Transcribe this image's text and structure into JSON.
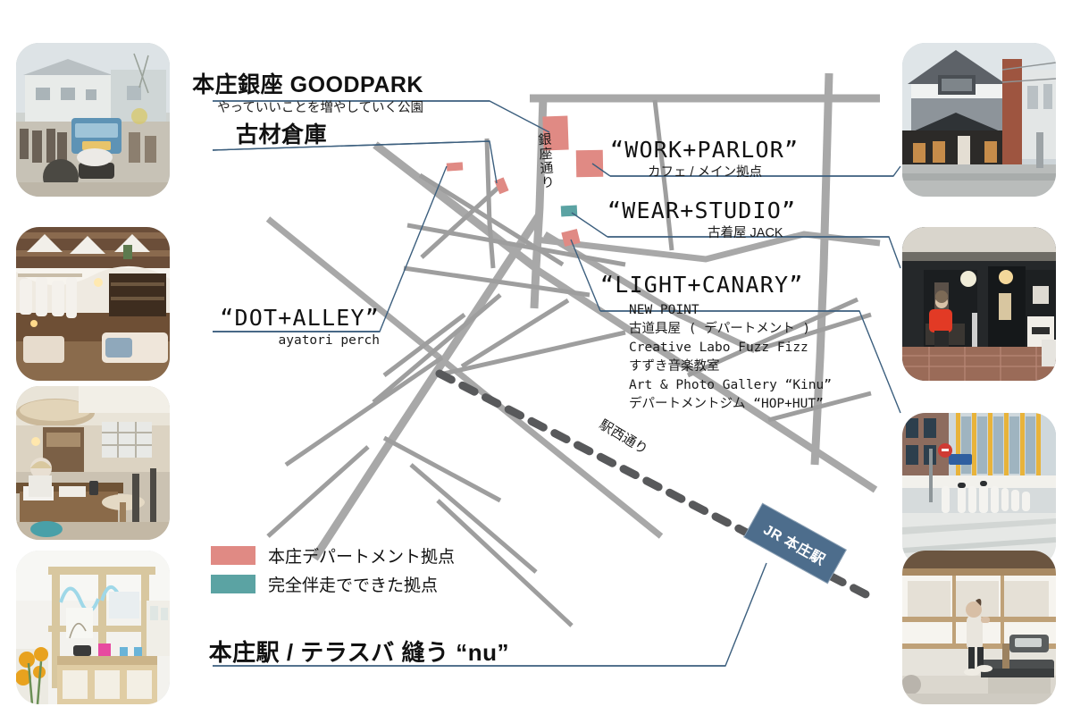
{
  "map": {
    "title_hidden": "",
    "streets": [
      {
        "name": "銀座通り",
        "orient": "vertical"
      },
      {
        "name": "駅西通り",
        "orient": "diagonal"
      }
    ],
    "station": {
      "label": "JR 本庄駅"
    },
    "colors": {
      "road": "#a8a8a8",
      "road_dark": "#8e8e8e",
      "rail_dash": "#58595b",
      "leader": "#3c5f7e",
      "marker_salmon": "#e08a84",
      "marker_teal": "#5ba3a3",
      "station_tag": "#4d6d8c"
    }
  },
  "labels": {
    "goodpark": {
      "title": "本庄銀座 GOODPARK",
      "sub": "やっていいことを増やしていく公園"
    },
    "kozai": {
      "title": "古材倉庫",
      "sub": ""
    },
    "dot_alley": {
      "title": "“DOT+ALLEY”",
      "sub": "ayatori perch"
    },
    "work_parlor": {
      "title": "“WORK+PARLOR”",
      "sub": "カフェ / メイン拠点"
    },
    "wear_studio": {
      "title": "“WEAR+STUDIO”",
      "sub": "古着屋 JACK"
    },
    "light_canary": {
      "title": "“LIGHT+CANARY”",
      "lines": [
        "NEW POINT",
        "古道具屋 ( デパートメント )",
        "Creative Labo Fuzz Fizz",
        "すずき音楽教室",
        "Art & Photo Gallery “Kinu”",
        "デパートメントジム “HOP+HUT”"
      ]
    },
    "station_bottom": {
      "title": "本庄駅 / テラスバ 縫う “nu”"
    }
  },
  "legend": {
    "items": [
      {
        "color": "#e08a84",
        "label": "本庄デパートメント拠点"
      },
      {
        "color": "#5ba3a3",
        "label": "完全伴走でできた拠点"
      }
    ]
  },
  "photos": {
    "left": [
      {
        "id": "photo-market-van",
        "alt": "屋外マーケット・青いワゴン車"
      },
      {
        "id": "photo-shop-interior",
        "alt": "古民家ショップ内観・衣類"
      },
      {
        "id": "photo-cafe-workspace",
        "alt": "カフェ・ワークスペース内観"
      },
      {
        "id": "photo-nu-counter",
        "alt": "白い店内・木枠カウンター・花"
      }
    ],
    "right": [
      {
        "id": "photo-work-parlor-exterior",
        "alt": "カフェ外観・通り"
      },
      {
        "id": "photo-jack-storefront",
        "alt": "古着屋JACK 店先・赤い上着の人"
      },
      {
        "id": "photo-street-corner-group",
        "alt": "交差点に集まる白服の人々"
      },
      {
        "id": "photo-gym-treadmill",
        "alt": "ジムでランニングマシンを使う人"
      }
    ]
  }
}
